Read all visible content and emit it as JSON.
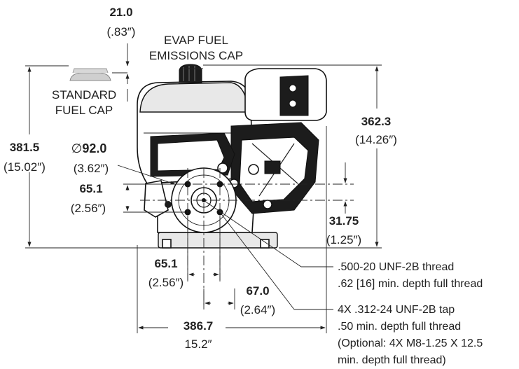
{
  "labels": {
    "evap_cap": [
      "EVAP FUEL",
      "EMISSIONS CAP"
    ],
    "standard_cap": [
      "STANDARD",
      "FUEL CAP"
    ],
    "thread_500": [
      ".500-20 UNF-2B thread",
      ".62 [16] min. depth full thread"
    ],
    "tap_312": [
      "4X .312-24 UNF-2B tap",
      ".50 min. depth full thread",
      "(Optional: 4X M8-1.25 X 12.5",
      "min. depth full thread)"
    ]
  },
  "dimensions": {
    "cap_offset": {
      "value": "21.0",
      "inch": "(.83″)"
    },
    "overall_height": {
      "value": "381.5",
      "inch": "(15.02″)"
    },
    "height_362": {
      "value": "362.3",
      "inch": "(14.26″)"
    },
    "diameter": {
      "symbol": "∅",
      "value": "92.0",
      "inch": "(3.62″)"
    },
    "bolt_vertical": {
      "value": "65.1",
      "inch": "(2.56″)"
    },
    "shaft_offset": {
      "value": "31.75",
      "inch": "(1.25″)"
    },
    "bolt_horizontal": {
      "value": "65.1",
      "inch": "(2.56″)"
    },
    "shaft_horizontal": {
      "value": "67.0",
      "inch": "(2.64″)"
    },
    "overall_width": {
      "value": "386.7",
      "inch": "15.2″"
    }
  }
}
